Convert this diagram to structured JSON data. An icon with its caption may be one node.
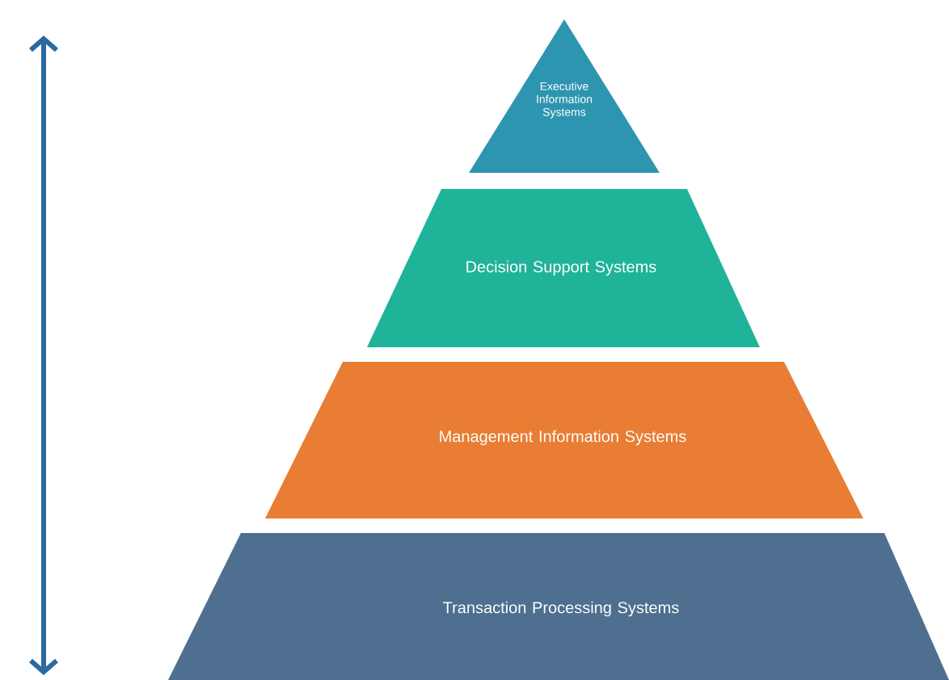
{
  "diagram": {
    "nodes": [
      {
        "text": [
          "Executive Information Systems"
        ]
      },
      {
        "text": [
          "Decision Support Systems"
        ]
      },
      {
        "text": [
          "Management Information Systems"
        ]
      },
      {
        "text": [
          "Transaction Processing Systems"
        ]
      }
    ]
  }
}
